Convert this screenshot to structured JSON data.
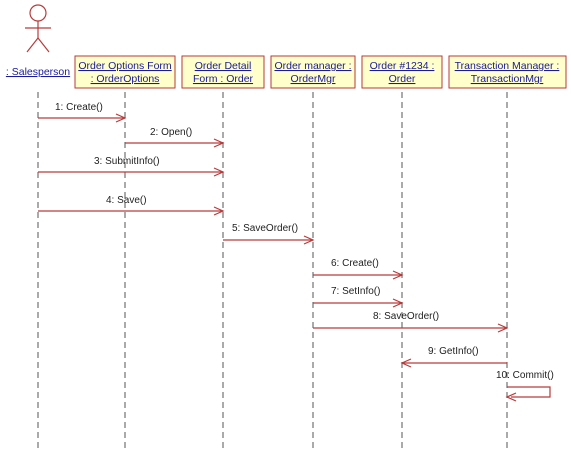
{
  "actor": {
    "label": ": Salesperson"
  },
  "objects": [
    {
      "line1": "Order Options Form",
      "line2": ": OrderOptions"
    },
    {
      "line1": "Order Detail",
      "line2": "Form : Order"
    },
    {
      "line1": "Order manager :",
      "line2": "OrderMgr"
    },
    {
      "line1": "Order #1234 :",
      "line2": "Order"
    },
    {
      "line1": "Transaction Manager :",
      "line2": "TransactionMgr"
    }
  ],
  "messages": [
    {
      "label": "1: Create()",
      "from": 0,
      "to": 1
    },
    {
      "label": "2: Open()",
      "from": 1,
      "to": 2
    },
    {
      "label": "3: SubmitInfo()",
      "from": 0,
      "to": 2
    },
    {
      "label": "4: Save()",
      "from": 0,
      "to": 2
    },
    {
      "label": "5: SaveOrder()",
      "from": 2,
      "to": 3
    },
    {
      "label": "6: Create()",
      "from": 3,
      "to": 4
    },
    {
      "label": "7: SetInfo()",
      "from": 3,
      "to": 4
    },
    {
      "label": "8: SaveOrder()",
      "from": 3,
      "to": 5
    },
    {
      "label": "9: GetInfo()",
      "from": 5,
      "to": 4
    },
    {
      "label": "10: Commit()",
      "from": 5,
      "to": 5
    }
  ]
}
